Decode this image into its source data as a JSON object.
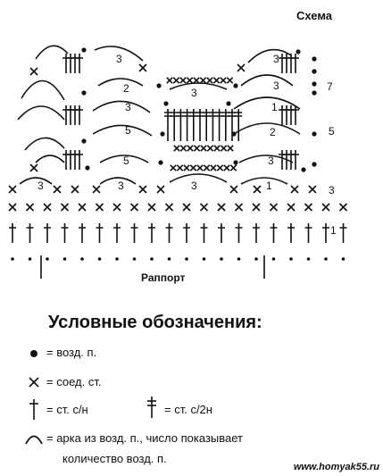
{
  "scheme_title": "Схема",
  "rapport_label": "Раппорт",
  "row_numbers": [
    "1",
    "3",
    "5",
    "7"
  ],
  "arc_numbers": [
    "3",
    "3",
    "3",
    "1",
    "2",
    "3",
    "5",
    "5",
    "3",
    "3",
    "1",
    "2",
    "3",
    "3"
  ],
  "legend": {
    "title": "Условные обозначения:",
    "chain": "= возд. п.",
    "slip_stitch": "= соед. ст.",
    "dc": "= ст. с/н",
    "tc": "= ст. с/2н",
    "arc": "= арка из возд. п., число показывает",
    "arc_cont": "количество возд. п."
  },
  "watermark": "www.homyak55.ru"
}
